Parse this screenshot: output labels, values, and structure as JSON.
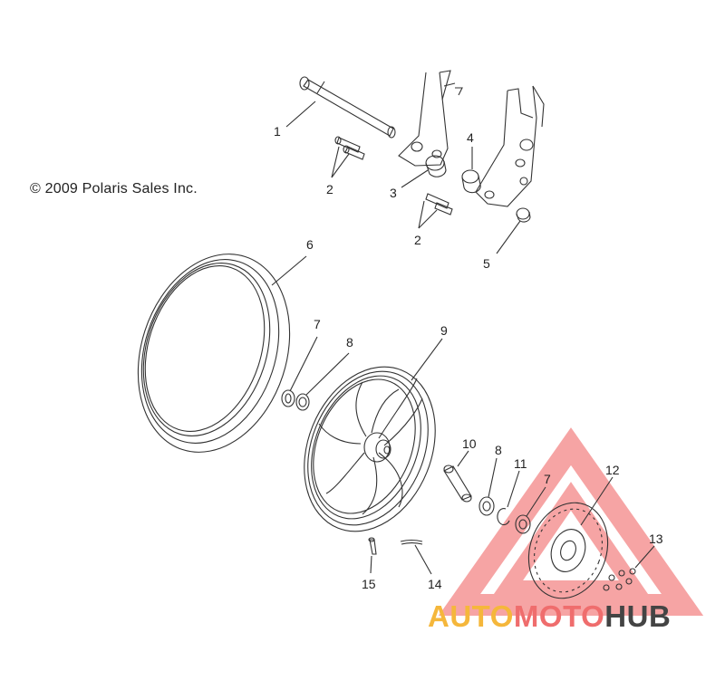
{
  "copyright": "© 2009 Polaris Sales Inc.",
  "callouts": [
    "1",
    "2",
    "3",
    "4",
    "2",
    "5",
    "6",
    "7",
    "8",
    "9",
    "10",
    "8",
    "11",
    "7",
    "12",
    "13",
    "15",
    "14"
  ],
  "watermark": {
    "part1": "AUTO",
    "part2": "MOTO",
    "part3": "HUB",
    "color1": "#f5b73b",
    "color2": "#ef6d6d",
    "color3": "#444444",
    "triangle_color": "#ef5a5a"
  }
}
